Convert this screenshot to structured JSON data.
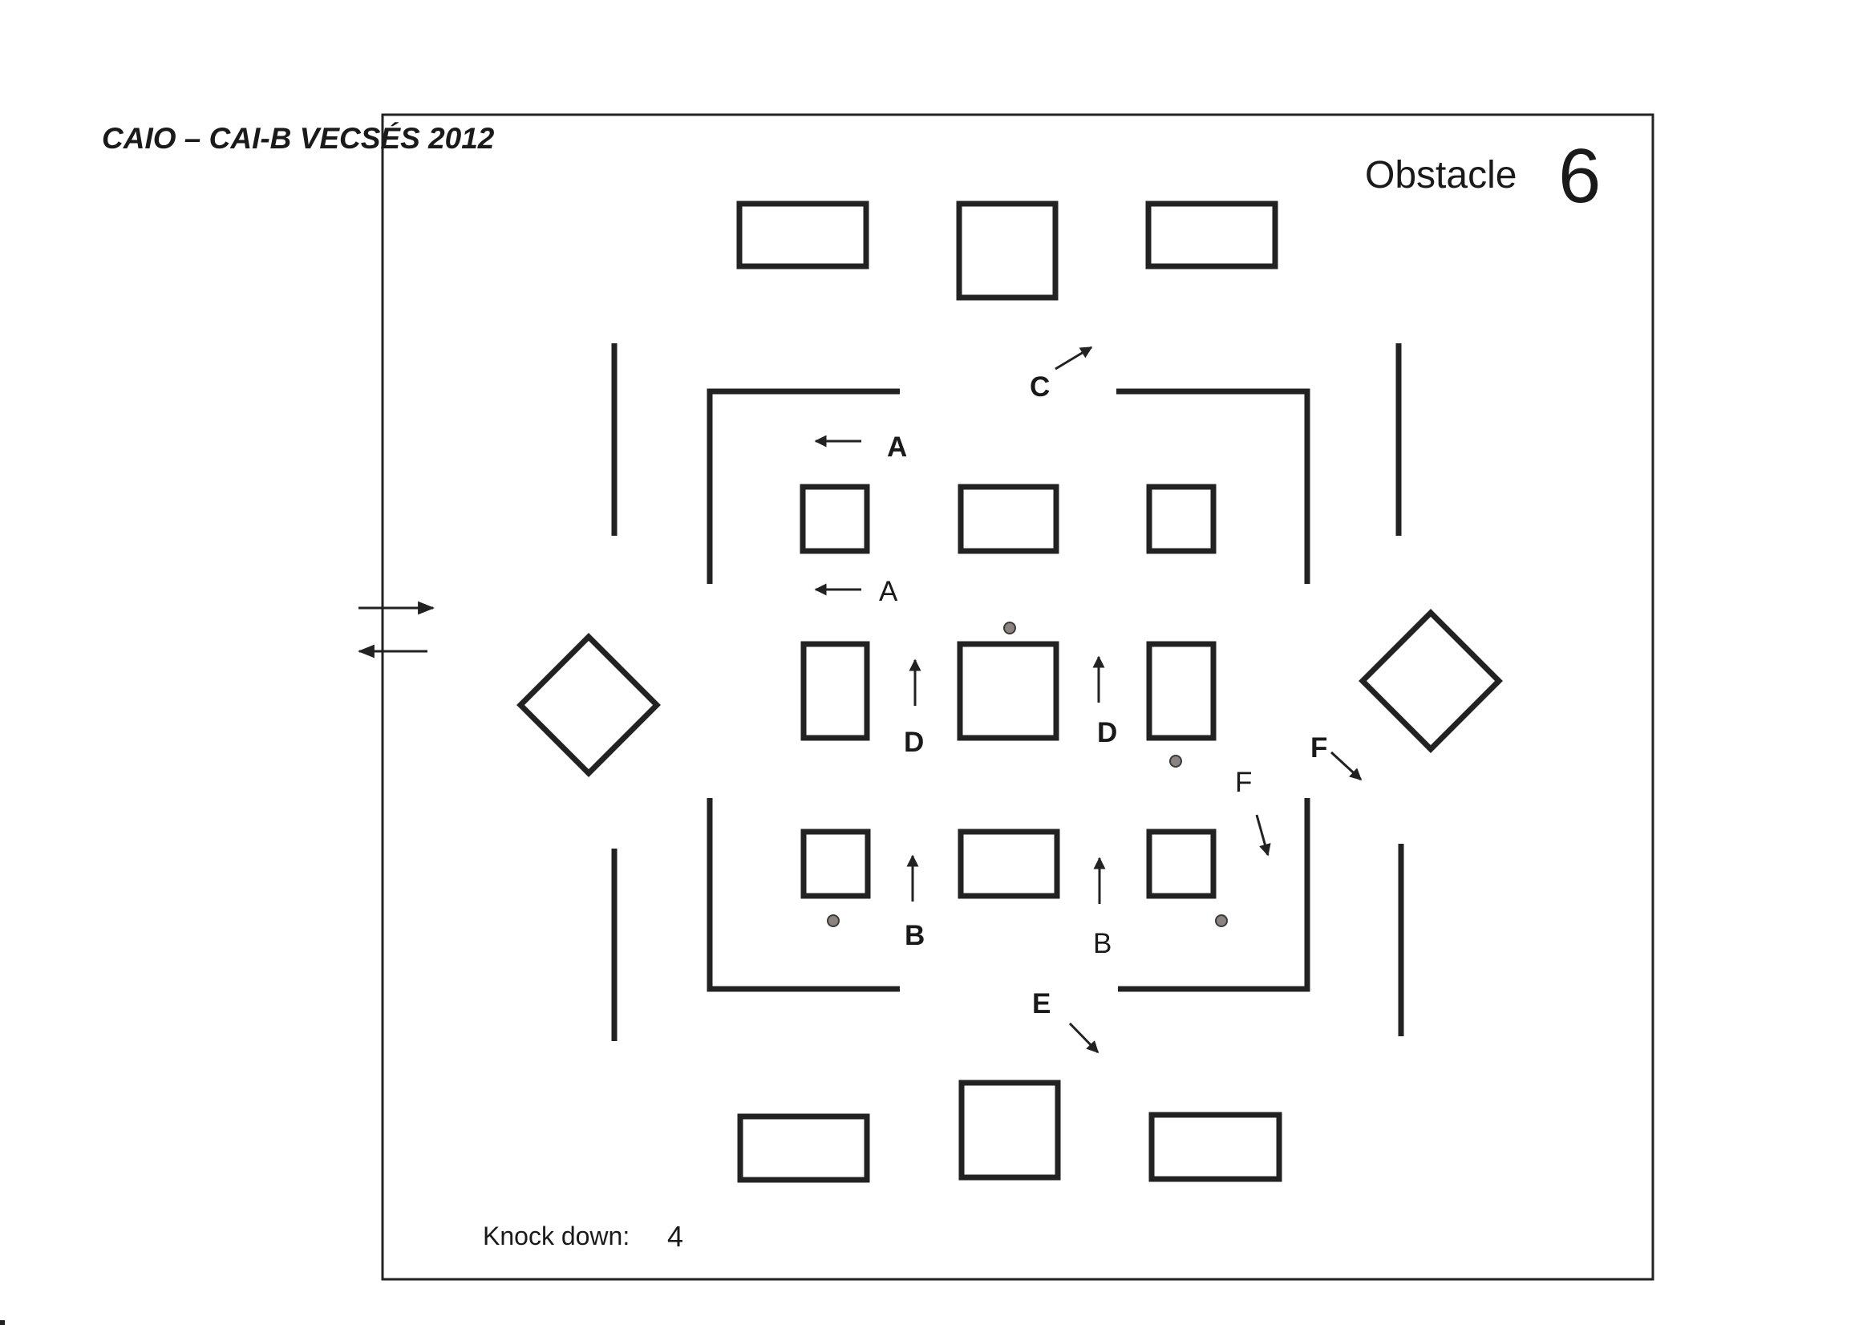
{
  "header": {
    "event_title": "CAIO – CAI-B  VECSÉS  2012",
    "obstacle_word": "Obstacle",
    "obstacle_number": "6"
  },
  "gates": {
    "A_top": "A",
    "A_mid": "A",
    "B_left": "B",
    "B_right": "B",
    "C": "C",
    "D_left": "D",
    "D_right": "D",
    "E": "E",
    "F_outer": "F",
    "F_inner": "F"
  },
  "footer": {
    "knockdown_label": "Knock down:",
    "knockdown_value": "4"
  }
}
